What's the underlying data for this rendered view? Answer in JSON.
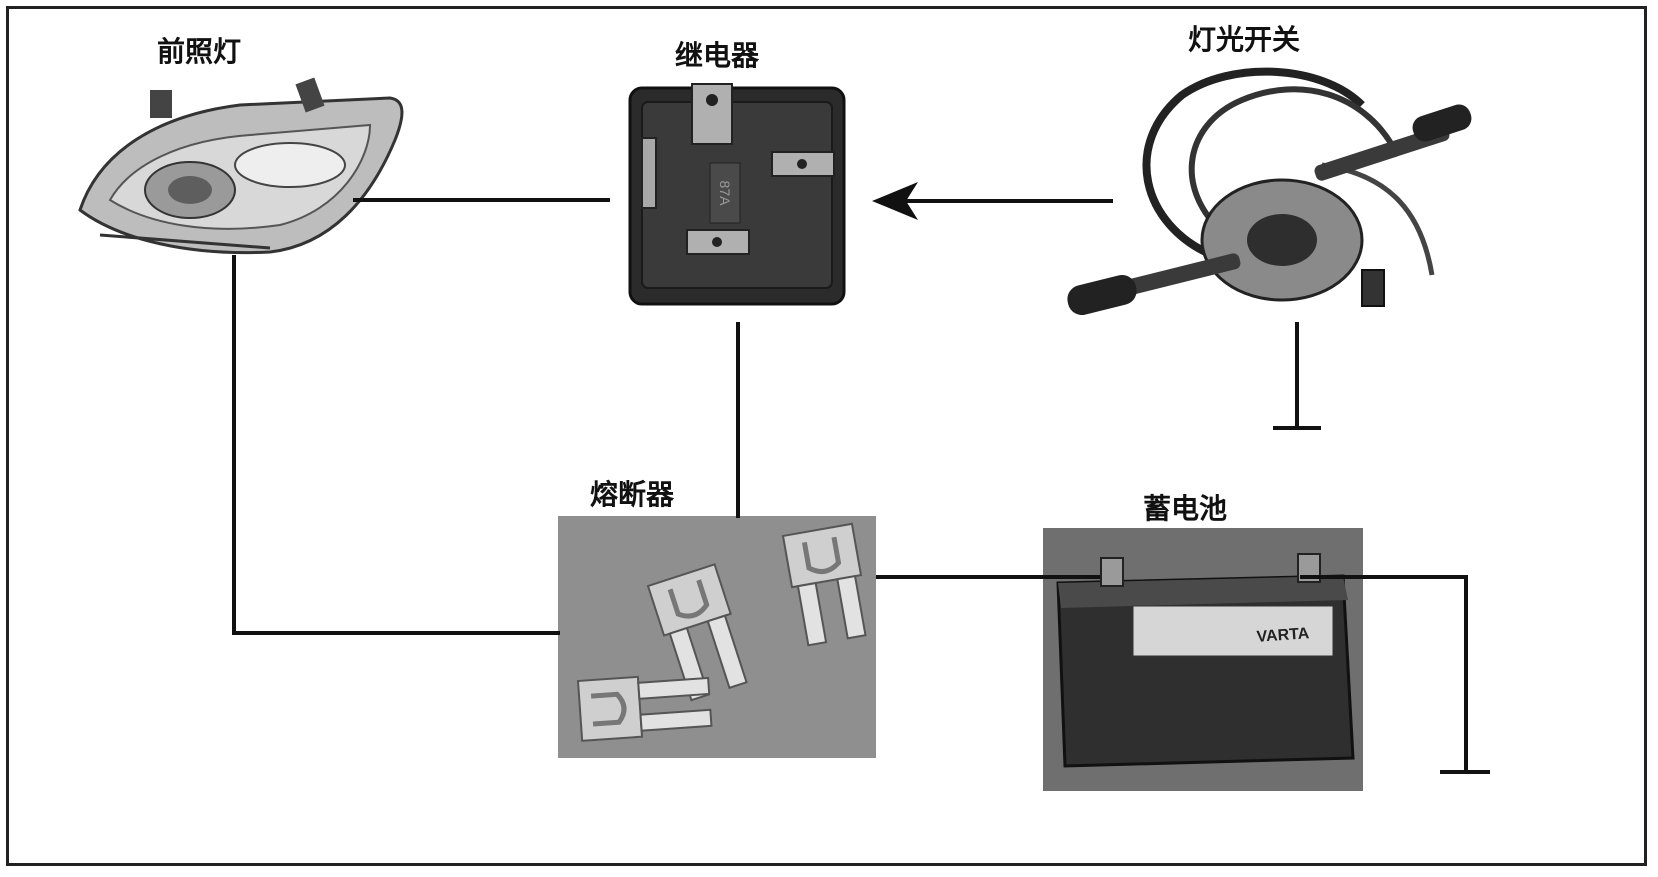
{
  "components": {
    "headlight": {
      "label": "前照灯"
    },
    "relay": {
      "label": "继电器"
    },
    "light_switch": {
      "label": "灯光开关"
    },
    "fuse": {
      "label": "熔断器"
    },
    "battery": {
      "label": "蓄电池"
    }
  },
  "relay_marks": {
    "text": "87A"
  },
  "battery_marks": {
    "brand": "VARTA"
  },
  "colors": {
    "wire": "#111111",
    "frame": "#222222",
    "fuse_bg": "#8f8f8f",
    "battery_bg": "#6f6f6f"
  },
  "icons": [
    "headlight-icon",
    "relay-icon",
    "switch-icon",
    "fuse-icon",
    "battery-icon",
    "ground-symbol",
    "arrow-icon"
  ]
}
